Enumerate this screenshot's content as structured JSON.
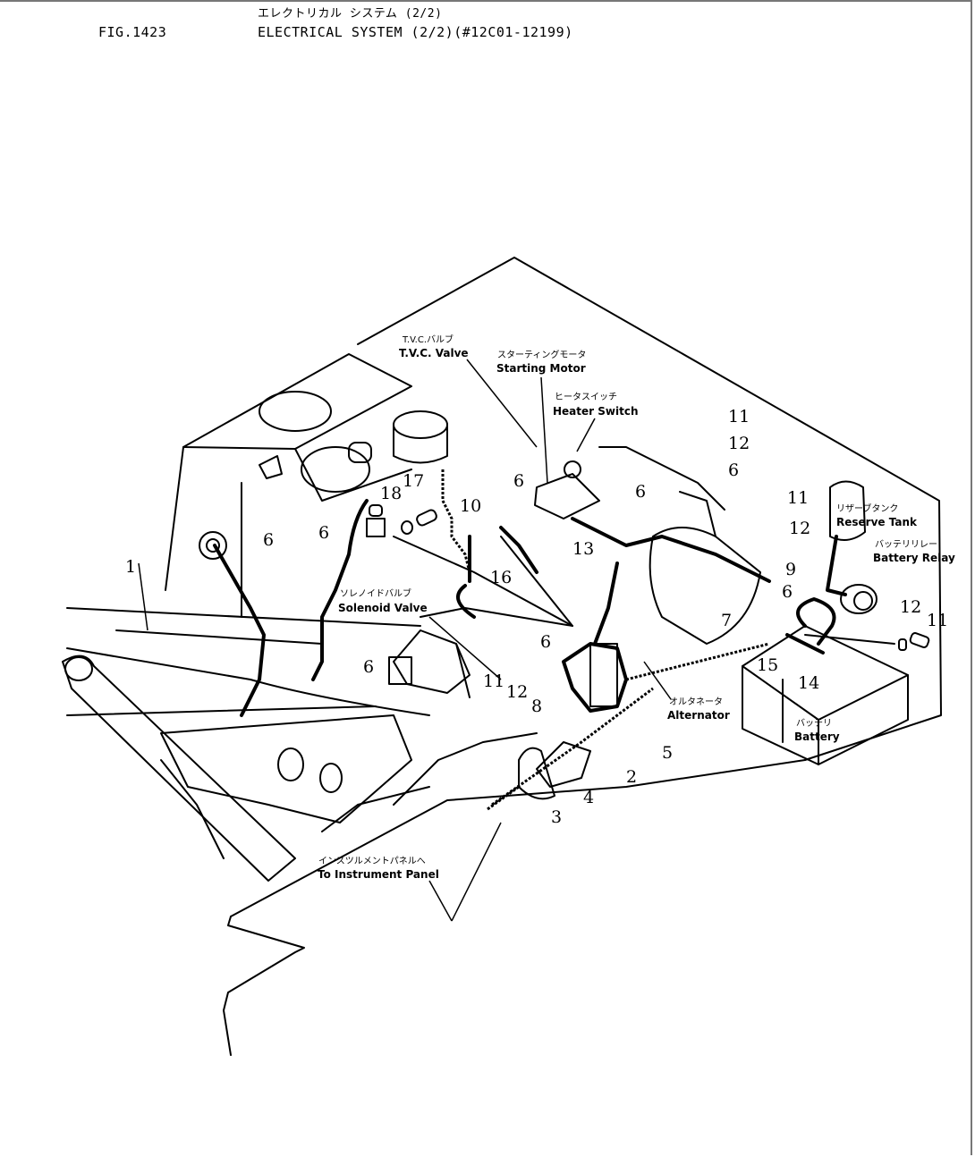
{
  "header": {
    "figure_number": "FIG.1423",
    "title_jp": "エレクトリカル システム (2/2)",
    "title_en": "ELECTRICAL SYSTEM (2/2)(#12C01-12199)"
  },
  "labels": {
    "tvc_valve": {
      "jp": "T.V.C.バルブ",
      "en": "T.V.C. Valve"
    },
    "starting_motor": {
      "jp": "スターティングモータ",
      "en": "Starting Motor"
    },
    "heater_switch": {
      "jp": "ヒータスイッチ",
      "en": "Heater Switch"
    },
    "reserve_tank": {
      "jp": "リザーブタンク",
      "en": "Reserve Tank"
    },
    "battery_relay": {
      "jp": "バッテリリレー",
      "en": "Battery Relay"
    },
    "solenoid_valve": {
      "jp": "ソレノイドバルブ",
      "en": "Solenoid Valve"
    },
    "alternator": {
      "jp": "オルタネータ",
      "en": "Alternator"
    },
    "battery": {
      "jp": "バッテリ",
      "en": "Battery"
    },
    "instrument_panel": {
      "jp": "インスツルメントパネルへ",
      "en": "To Instrument Panel"
    }
  },
  "callouts": {
    "c1": "1",
    "c2": "2",
    "c3": "3",
    "c4": "4",
    "c5": "5",
    "c6a": "6",
    "c6b": "6",
    "c6c": "6",
    "c6d": "6",
    "c6e": "6",
    "c6f": "6",
    "c6g": "6",
    "c6h": "6",
    "c7": "7",
    "c8": "8",
    "c9": "9",
    "c10": "10",
    "c11a": "11",
    "c11b": "11",
    "c11c": "11",
    "c11d": "11",
    "c12a": "12",
    "c12b": "12",
    "c12c": "12",
    "c12d": "12",
    "c13": "13",
    "c14": "14",
    "c15": "15",
    "c16": "16",
    "c17": "17",
    "c18": "18"
  }
}
